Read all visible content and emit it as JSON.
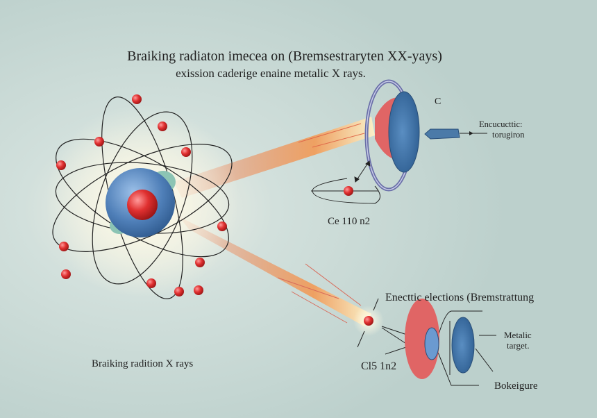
{
  "title": {
    "line1": "Braiking radiaton imecea on (Bremsestraryten XX-yays)",
    "line2": "exission caderige enaine metalic X rays."
  },
  "labels": {
    "c": "C",
    "encucuctic_line1": "Encucucttic:",
    "encucuctic_line2": "torugiron",
    "ce110": "Ce 110 n2",
    "enectic": "Enecttic elections (Bremstrattung",
    "metalic_line1": "Metalic",
    "metalic_line2": "target.",
    "cl51n2": "Cl5 1n2",
    "bokeigure": "Bokeigure",
    "braiking_xrays": "Braiking radition X rays"
  },
  "colors": {
    "background": "#c3d5d1",
    "nucleus_blue": "#4f7fb8",
    "electron_red": "#d83a3a",
    "beam_orange": "#f0a060",
    "target_red": "#e06060",
    "target_blue": "#3f74a8"
  }
}
